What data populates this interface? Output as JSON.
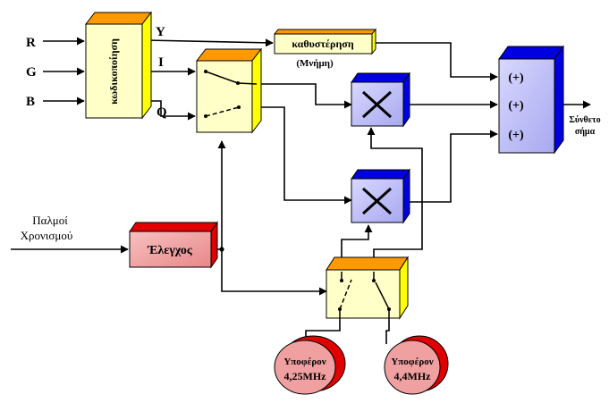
{
  "inputs": {
    "r": "R",
    "g": "G",
    "b": "B"
  },
  "encoder": {
    "label": "κωδικοποίηση"
  },
  "signals": {
    "y": "Y",
    "i": "I",
    "q": "Q"
  },
  "delay": {
    "label": "καθυστέρηση",
    "caption": "(Μνήμη)"
  },
  "timing": {
    "line1": "Παλμοί",
    "line2": "Χρονισμού"
  },
  "control": {
    "label": "Έλεγχος"
  },
  "adder": {
    "in1": "(+)",
    "in2": "(+)",
    "in3": "(+)"
  },
  "output": {
    "line1": "Σύνθετο",
    "line2": "σήμα"
  },
  "carrier1": {
    "line1": "Υποφέρον",
    "line2": "4,25MHz"
  },
  "carrier2": {
    "line1": "Υποφέρον",
    "line2": "4,4MHz"
  },
  "colors": {
    "yellow_face": "#FFFFC8",
    "yellow_side": "#FFFF00",
    "orange_top": "#FF9900",
    "blue_face": "#B8B8F8",
    "blue_side": "#0000E0",
    "red_face": "#F4A0A0",
    "red_side": "#E00000",
    "carrier_back": "#E00000",
    "carrier_front": "#F0A0A0"
  }
}
